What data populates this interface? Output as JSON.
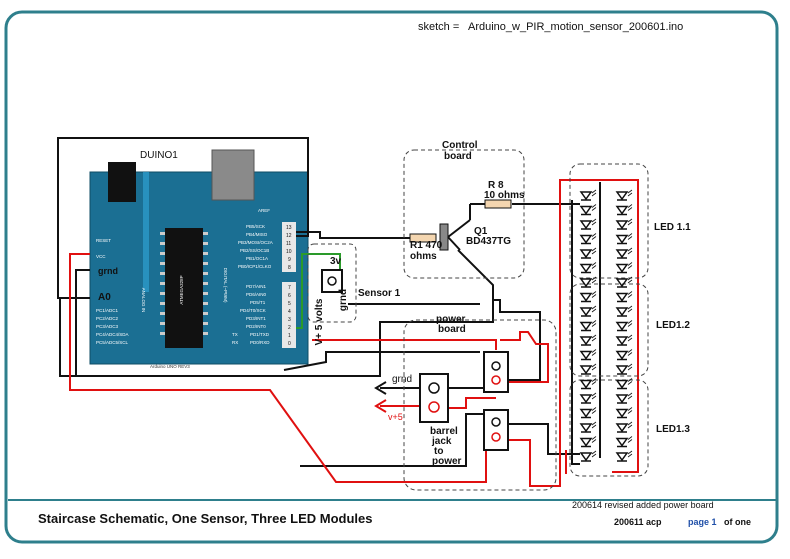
{
  "sketch_label": "sketch =",
  "sketch_name": "Arduino_w_PIR_motion_sensor_200601.ino",
  "board": {
    "title": "DUINO1",
    "left_pins": [
      "RESET",
      "VCC",
      "grnd",
      "A0",
      "PC1/ADC1",
      "PC2/ADC2",
      "PC3/ADC3",
      "PC4/ADC4/SDA",
      "PC5/ADC5/SCL"
    ],
    "analog_label": "ANALOG IN",
    "digital_label": "DIGITAL (~PWM)",
    "aref": "AREF",
    "right_pins_top": [
      "PB5/SCK",
      "PB4/MISO",
      "PB3/MOSI/OC2A",
      "PB2/SS/OC1B",
      "PB1/OC1A",
      "PB0/ICP1/CLKO"
    ],
    "right_nums_top": [
      "13",
      "12",
      "11",
      "10",
      "9",
      "8"
    ],
    "right_pins_bottom": [
      "PD7/AIN1",
      "PD6/AIN0",
      "PD5/T1",
      "PD4/T0/XCK",
      "PD3/INT1",
      "PD2/INT0",
      "PD1/TXD",
      "PD0/RXD"
    ],
    "right_nums_bottom": [
      "7",
      "6",
      "5",
      "4",
      "3",
      "2",
      "1",
      "0"
    ],
    "tx": "TX",
    "rx": "RX",
    "chip_label": "ATMEGA328P",
    "bottom_text": "Arduino UNO REV3"
  },
  "control_board": {
    "title_line1": "Control",
    "title_line2": "board",
    "r8_label": "R 8",
    "r8_value": "10 ohms",
    "r1_label": "R1 470",
    "r1_unit": "ohms",
    "q1_label": "Q1",
    "q1_part": "BD437TG"
  },
  "sensor": {
    "label": "Sensor 1",
    "pin_3v": "3v",
    "pin_grnd": "grnd",
    "supply_label": "V+ 5 volts"
  },
  "power_board": {
    "title_line1": "power",
    "title_line2": "board",
    "grnd_label": "grnd",
    "vplus_label": "v+5",
    "jack_line1": "barrel",
    "jack_line2": "jack",
    "jack_line3": "to",
    "jack_line4": "power"
  },
  "led_modules": [
    "LED 1.1",
    "LED1.2",
    "LED1.3"
  ],
  "footer": {
    "title": "Staircase Schematic, One Sensor, Three LED Modules",
    "revision_note": "200614 revised added power board",
    "date_author": "200611 acp",
    "page_prefix": "page 1",
    "page_suffix": "of one"
  },
  "colors": {
    "frame": "#2e7f8c",
    "board_blue": "#1b6f93",
    "wire_black": "#111111",
    "wire_red": "#e01010",
    "wire_green": "#2a9a2a",
    "page_blue": "#1f4fa8"
  }
}
